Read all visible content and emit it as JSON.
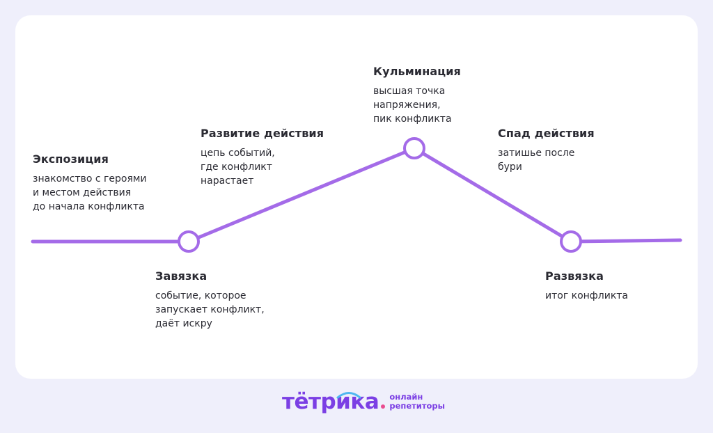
{
  "stages": [
    {
      "title": "Экспозиция",
      "description": "знакомство с героями\nи местом действия\nдо начала конфликта"
    },
    {
      "title": "Завязка",
      "description": "событие, которое\nзапускает конфликт,\nдаёт искру"
    },
    {
      "title": "Развитие действия",
      "description": "цепь событий,\nгде конфликт\nнарастает"
    },
    {
      "title": "Кульминация",
      "description": "высшая точка\nнапряжения,\nпик конфликта"
    },
    {
      "title": "Спад действия",
      "description": "затишье после\nбури"
    },
    {
      "title": "Развязка",
      "description": "итог конфликта"
    }
  ],
  "logo": {
    "wordmark": "тётрика",
    "tagline": "онлайн\nрепетиторы"
  },
  "colors": {
    "line": "#A46BE8",
    "background": "#EFEFFB",
    "card": "#FFFFFF",
    "brand": "#7B3FE4",
    "brand_dot": "#E94C8F",
    "arc": "#4FB7F0"
  }
}
